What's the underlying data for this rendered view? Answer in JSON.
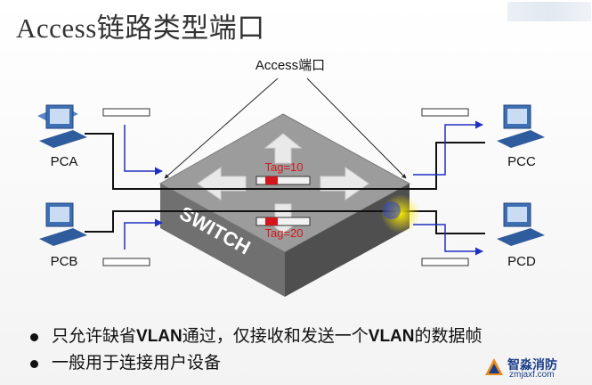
{
  "title": "Access链路类型端口",
  "callout": "Access端口",
  "switch_label": "SWITCH",
  "tags": {
    "top": "Tag=10",
    "bottom": "Tag=20"
  },
  "pcs": {
    "pca": "PCA",
    "pcb": "PCB",
    "pcc": "PCC",
    "pcd": "PCD"
  },
  "bullets": [
    {
      "pre": "只允许缺省",
      "b1": "VLAN",
      "mid": "通过，仅接收和发送一个",
      "b2": "VLAN",
      "post": "的数据帧"
    },
    {
      "pre": "一般用于连接用户设备",
      "b1": "",
      "mid": "",
      "b2": "",
      "post": ""
    }
  ],
  "watermark": {
    "name": "智淼消防",
    "url": "zmjaxf.com"
  },
  "colors": {
    "link": "#111111",
    "flow": "#1f2fbf",
    "tag_red": "#d4161c",
    "switch_top": "#9a9a9a",
    "switch_front": "#6f6f6f",
    "pc": "#3f6fb3"
  }
}
